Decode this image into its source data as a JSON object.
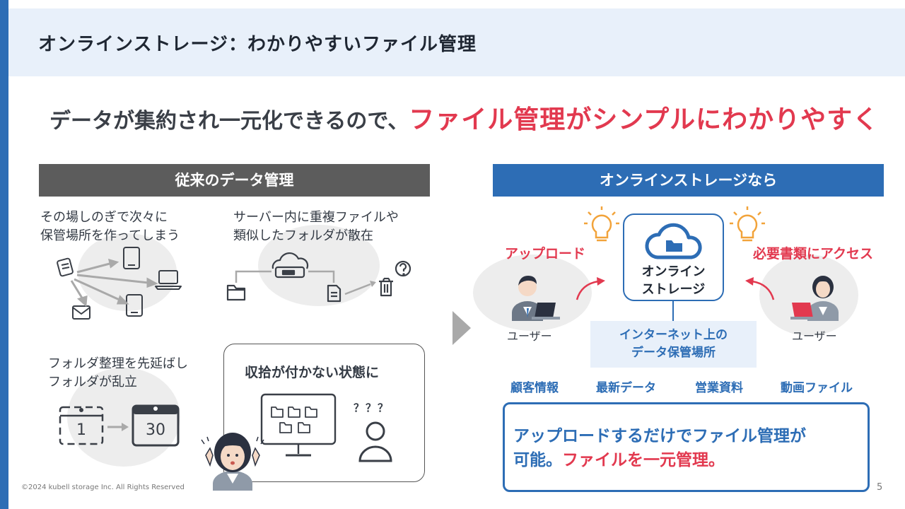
{
  "title": "オンラインストレージ：わかりやすいファイル管理",
  "headline": {
    "prefix": "データが集約され一元化できるので、",
    "highlight": "ファイル管理がシンプルにわかりやすく"
  },
  "left": {
    "header": "従来のデータ管理",
    "note1_line1": "その場しのぎで次々に",
    "note1_line2": "保管場所を作ってしまう",
    "note2_line1": "サーバー内に重複ファイルや",
    "note2_line2": "類似したフォルダが散在",
    "note3_line1": "フォルダ整理を先延ばし",
    "note3_line2": "フォルダが乱立",
    "calendar_from": "1",
    "calendar_to": "30",
    "card_title": "収拾が付かない状態に",
    "question_marks": "？？？"
  },
  "right": {
    "header": "オンラインストレージなら",
    "upload_label": "アップロード",
    "access_label": "必要書類にアクセス",
    "storage_line1": "オンライン",
    "storage_line2": "ストレージ",
    "internet_line1": "インターネット上の",
    "internet_line2": "データ保管場所",
    "user_left": "ユーザー",
    "user_right": "ユーザー",
    "categories": [
      "顧客情報",
      "最新データ",
      "営業資料",
      "動画ファイル"
    ],
    "result_line1": "アップロードするだけでファイル管理が",
    "result_line2_prefix": "可能。",
    "result_line2_highlight": "ファイルを一元管理。"
  },
  "footer": "©2024 kubell storage Inc. All Rights Reserved",
  "page_number": "5",
  "colors": {
    "accent_blue": "#2d6db5",
    "accent_red": "#e2394f",
    "band_bg": "#e8f0fa",
    "gray_header": "#5c5c5c"
  }
}
